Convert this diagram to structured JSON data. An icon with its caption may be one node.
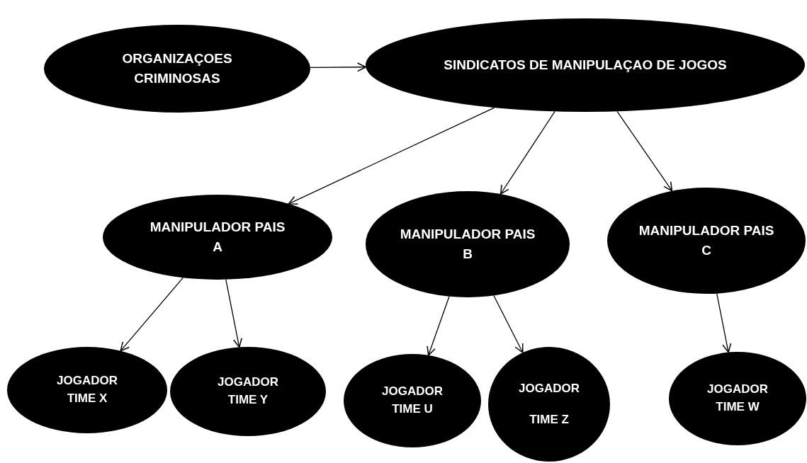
{
  "diagram": {
    "nodes": [
      {
        "text": [
          "ORGANIZAÇOES CRIMINOSAS"
        ]
      },
      {
        "text": [
          "SINDICATOS DE MANIPULAÇAO DE JOGOS"
        ]
      },
      {
        "text": [
          "MANIPULADOR PAIS A"
        ]
      },
      {
        "text": [
          "MANIPULADOR PAIS B"
        ]
      },
      {
        "text": [
          "MANIPULADOR PAIS C"
        ]
      },
      {
        "text": [
          "JOGADOR TIME X"
        ]
      },
      {
        "text": [
          "JOGADOR TIME Y"
        ]
      },
      {
        "text": [
          "JOGADOR TIME U"
        ]
      },
      {
        "text": [
          "JOGADOR TIME Z"
        ]
      },
      {
        "text": [
          "JOGADOR TIME W"
        ]
      }
    ],
    "edges": [
      {
        "from": 0,
        "to": 1,
        "arrow": "to"
      },
      {
        "from": 1,
        "to": 2,
        "arrow": "to"
      },
      {
        "from": 1,
        "to": 3,
        "arrow": "to"
      },
      {
        "from": 1,
        "to": 4,
        "arrow": "to"
      },
      {
        "from": 2,
        "to": 5,
        "arrow": "to"
      },
      {
        "from": 2,
        "to": 6,
        "arrow": "to"
      },
      {
        "from": 3,
        "to": 7,
        "arrow": "to"
      },
      {
        "from": 3,
        "to": 8,
        "arrow": "to"
      },
      {
        "from": 4,
        "to": 9,
        "arrow": "to"
      }
    ]
  }
}
